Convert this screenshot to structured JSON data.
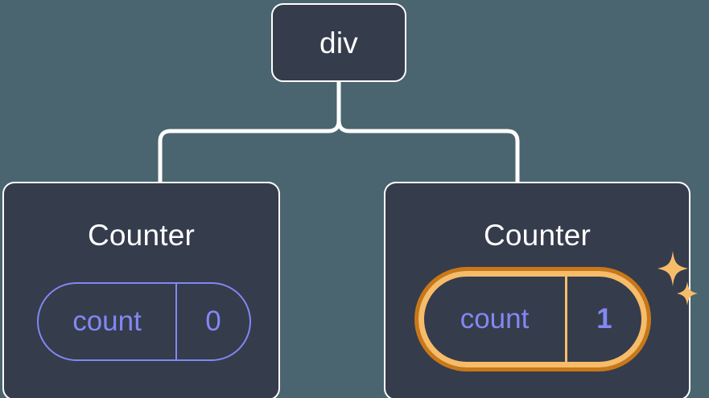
{
  "theme": {
    "background_color": "#4a656f",
    "node_fill_color": "#353c4c",
    "node_border_color": "#ffffff",
    "connector_color": "#ffffff",
    "state_accent_color": "#8288f2",
    "highlight_inner_color": "#f7bc69",
    "highlight_outer_color": "#c87818",
    "title_text_color": "#ffffff"
  },
  "diagram": {
    "type": "component-tree",
    "root": {
      "label": "div"
    },
    "children": [
      {
        "label": "Counter",
        "state": {
          "key": "count",
          "value": "0",
          "highlighted": false
        }
      },
      {
        "label": "Counter",
        "state": {
          "key": "count",
          "value": "1",
          "highlighted": true,
          "sparkle_count": 2
        }
      }
    ]
  },
  "icons": {
    "sparkle_large": "sparkle-icon",
    "sparkle_small": "sparkle-icon"
  }
}
